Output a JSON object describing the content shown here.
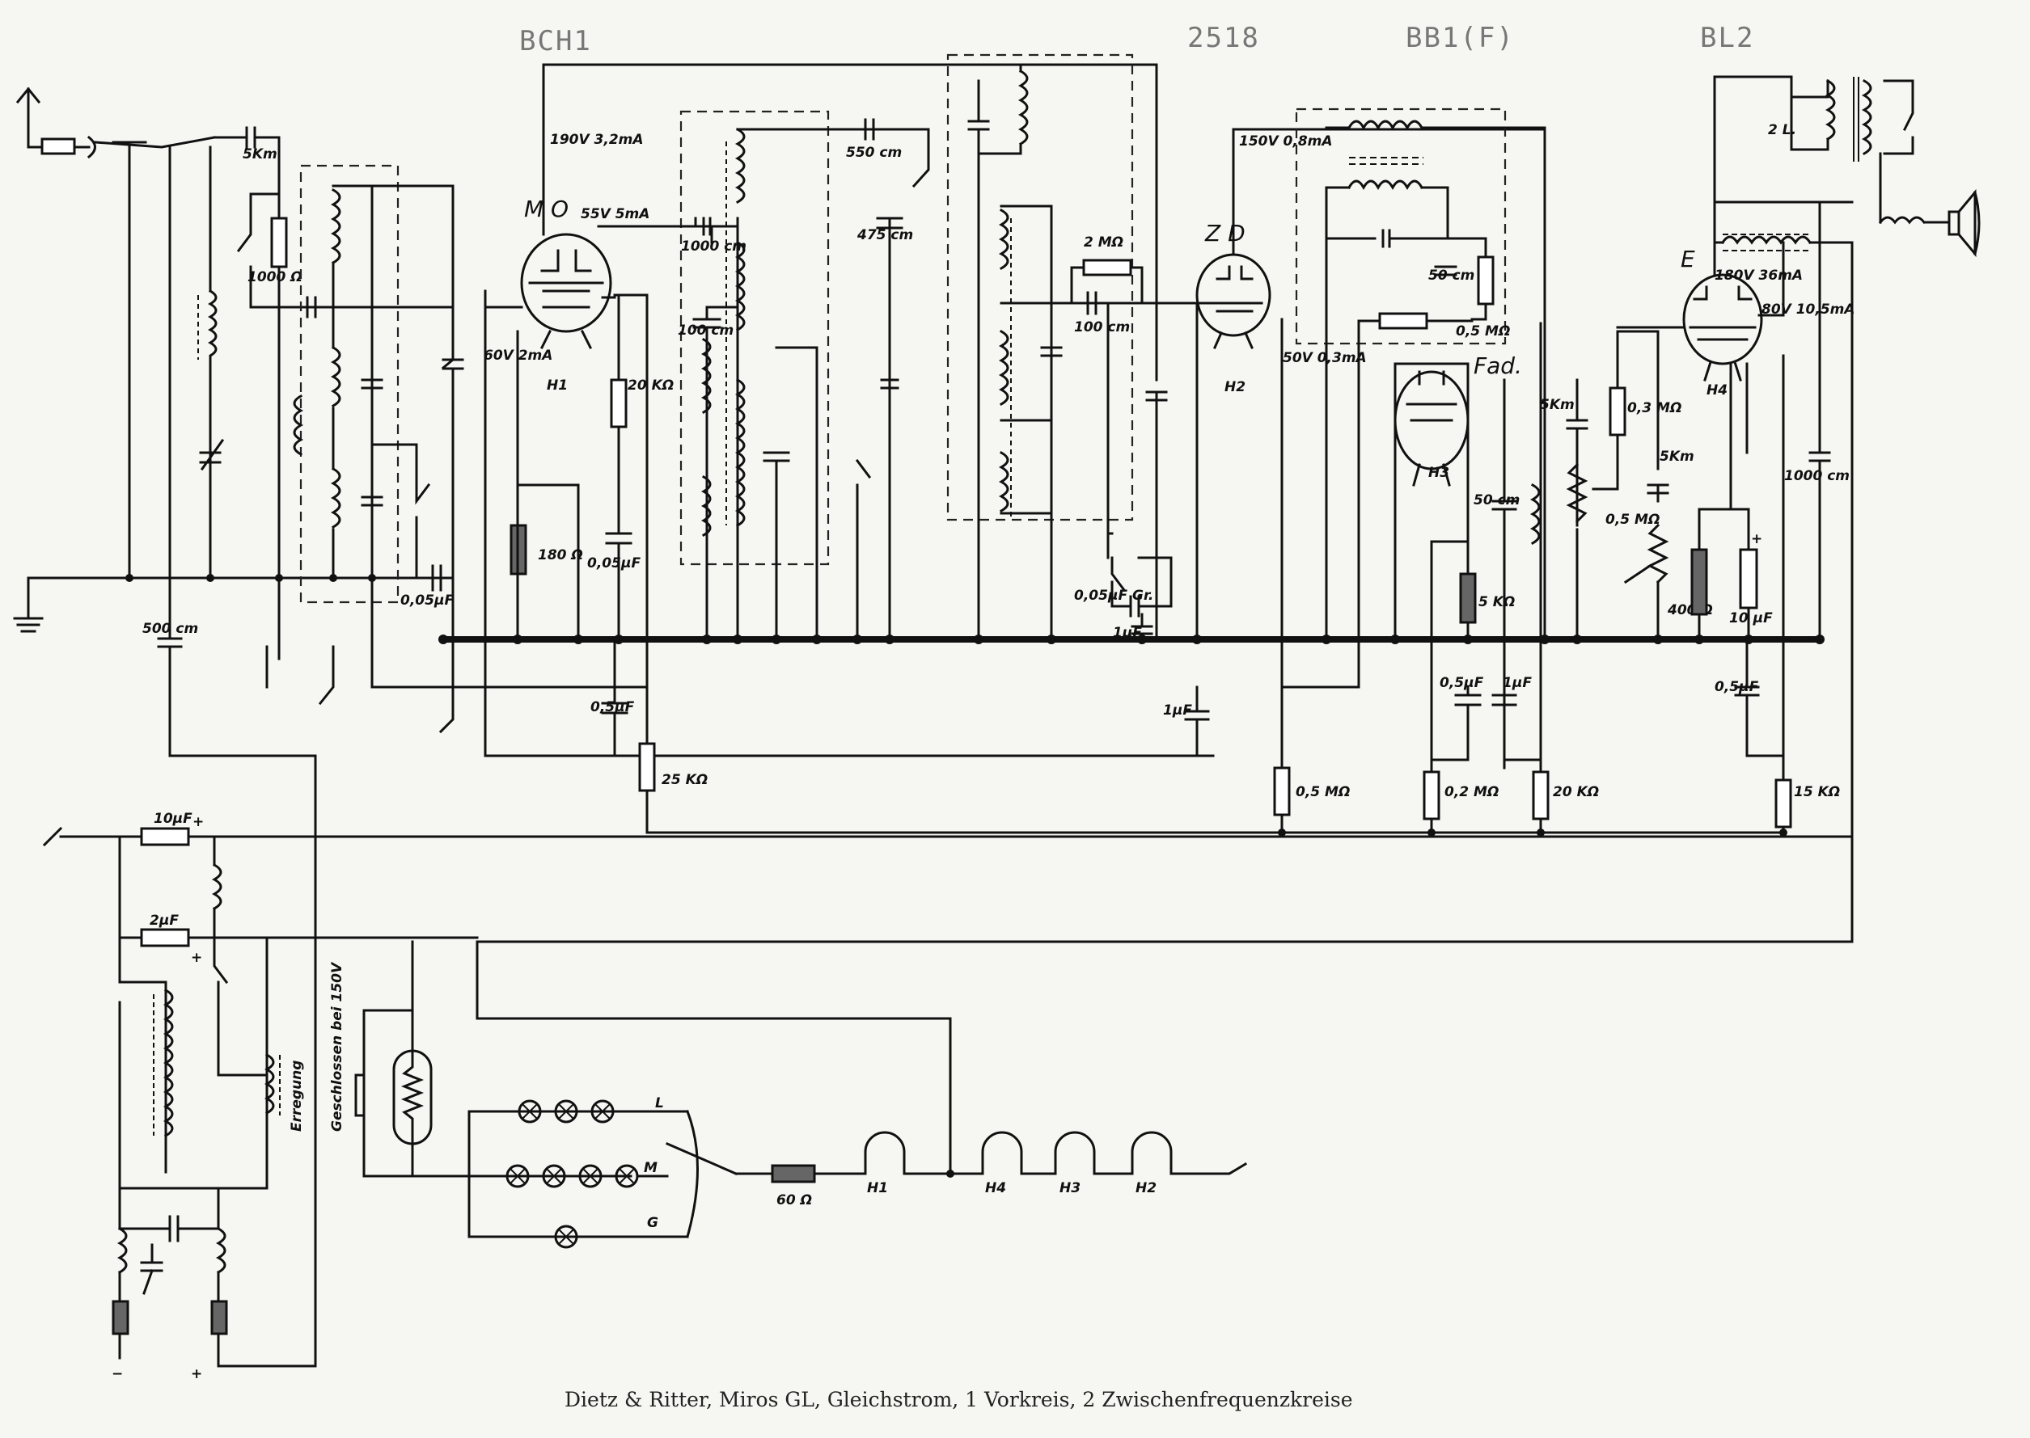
{
  "tube_headers": [
    "BCH1",
    "2518",
    "BB1(F)",
    "BL2"
  ],
  "tubes": {
    "mixer": {
      "label": "M O",
      "heater": "H1",
      "anode": "190V 3,2mA",
      "screen": "55V 5mA",
      "grid": "60V 2mA"
    },
    "detector": {
      "label": "Z D",
      "heater": "H2",
      "anode": "150V 0,8mA",
      "grid": "50V 0,3mA"
    },
    "tuning_indicator": {
      "label": "Fad.",
      "heater": "H3"
    },
    "output": {
      "label": "E",
      "heater": "H4",
      "anode": "180V 36mA",
      "screen": "80V 10,5mA"
    }
  },
  "components": {
    "c_5km": "5Km",
    "r_1000": "1000 Ω",
    "c_500cm": "500 cm",
    "c_005a": "0,05µF",
    "c_1000cm": "1000 cm",
    "c_100cm_a": "100 cm",
    "r_180": "180 Ω",
    "r_20k": "20 KΩ",
    "c_005b": "0,05µF",
    "c_05_a": "0,5µF",
    "r_25k": "25 KΩ",
    "c_550": "550 cm",
    "c_475": "475 cm",
    "r_2m": "2 MΩ",
    "c_100cm_b": "100 cm",
    "c_005c": "0,05µF",
    "gr": "Gr.",
    "c_1uf_a": "1µF",
    "c_1uf_b": "1µF",
    "r_05m_a": "0,5 MΩ",
    "c_50cm_a": "50 cm",
    "r_05m_b": "0,5 MΩ",
    "c_50cm_b": "50 cm",
    "r_5k": "5 KΩ",
    "c_05_b": "0,5µF",
    "c_1uf_c": "1µF",
    "r_02m": "0,2 MΩ",
    "r_20k_b": "20 KΩ",
    "pot_5km_a": "5Km",
    "r_03m": "0,3 MΩ",
    "pot_5km_b": "5Km",
    "pot_05m": "0,5 MΩ",
    "r_400": "400 Ω",
    "c_10uf_a": "10 µF",
    "c_1000cm_b": "1000 cm",
    "c_05_c": "0,5µF",
    "r_15k": "15 KΩ",
    "spk_2l": "2 L.",
    "c_10uf_b": "10µF",
    "c_2uf": "2µF",
    "erregung": "Erregung",
    "geschlossen": "Geschlossen bei 150V",
    "r_60": "60 Ω",
    "switch_L": "L",
    "switch_M": "M",
    "switch_G": "G",
    "heaters": [
      "H1",
      "H4",
      "H3",
      "H2"
    ]
  },
  "caption": "Dietz & Ritter, Miros GL, Gleichstrom, 1 Vorkreis, 2 Zwischenfrequenzkreise"
}
